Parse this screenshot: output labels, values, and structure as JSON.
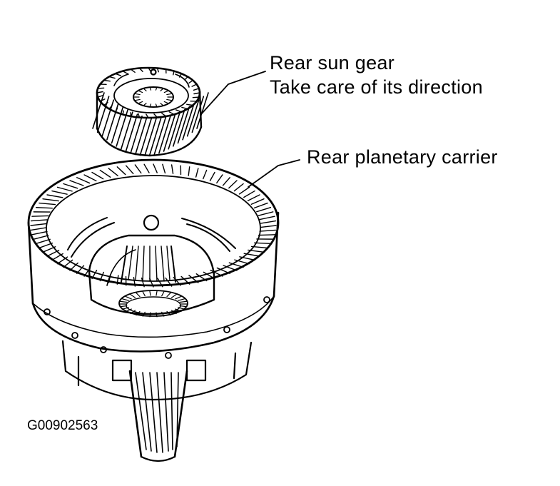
{
  "labels": {
    "rear_sun_gear": "Rear sun gear",
    "direction_note": "Take care of its direction",
    "rear_planetary_carrier": "Rear planetary carrier"
  },
  "figure_id": "G00902563",
  "colors": {
    "ink": "#000000",
    "paper": "#ffffff"
  }
}
